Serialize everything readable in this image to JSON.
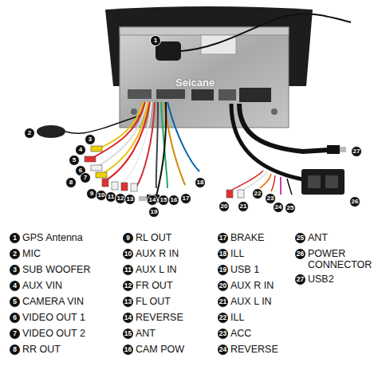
{
  "diagram": {
    "labels": [
      "Seicane",
      "1",
      "2",
      "3",
      "4",
      "5",
      "6",
      "7",
      "8",
      "9",
      "10",
      "11",
      "12",
      "13",
      "14",
      "15",
      "16",
      "17",
      "18",
      "19",
      "20",
      "21",
      "22",
      "23",
      "24",
      "25",
      "26",
      "27",
      "1",
      "GPS Antenna",
      "2",
      "MIC",
      "3",
      "SUB WOOFER",
      "4",
      "AUX VIN",
      "5",
      "CAMERA VIN",
      "6",
      "VIDEO OUT 1",
      "7",
      "VIDEO OUT 2",
      "8",
      "RR OUT",
      "9",
      "RL OUT",
      "10",
      "AUX R IN",
      "11",
      "AUX L IN",
      "12",
      "FR OUT",
      "13",
      "FL OUT",
      "14",
      "REVERSE",
      "15",
      "ANT",
      "16",
      "CAM POW",
      "17",
      "BRAKE",
      "18",
      "ILL",
      "19",
      "USB 1",
      "20",
      "AUX R IN",
      "21",
      "AUX L IN",
      "22",
      "ILL",
      "23",
      "ACC",
      "24",
      "REVERSE",
      "25",
      "ANT",
      "26",
      "POWER CONNECTOR",
      "27",
      "USB2"
    ]
  }
}
